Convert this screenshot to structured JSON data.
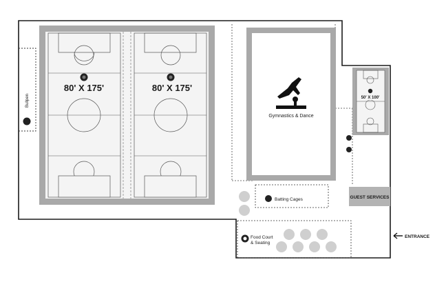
{
  "fields": {
    "field_1_size": "80' X 175'",
    "field_2_size": "80' X 175'",
    "small_field_size": "50' X 100'"
  },
  "areas": {
    "bullpen": "Bullpen",
    "gymnastics": "Gymnastics & Dance",
    "batting_cages": "Batting Cages",
    "guest_services": "GUEST SERVICES",
    "food_court_line1": "Food Court",
    "food_court_line2": "& Seating",
    "entrance": "ENTRANCE"
  },
  "colors": {
    "wall": "#1a1a1a",
    "field_border": "#a9a9a9",
    "field_fill": "#f2f2f2",
    "table": "#cfcfcf",
    "guest_services_fill": "#b3b3b3"
  }
}
